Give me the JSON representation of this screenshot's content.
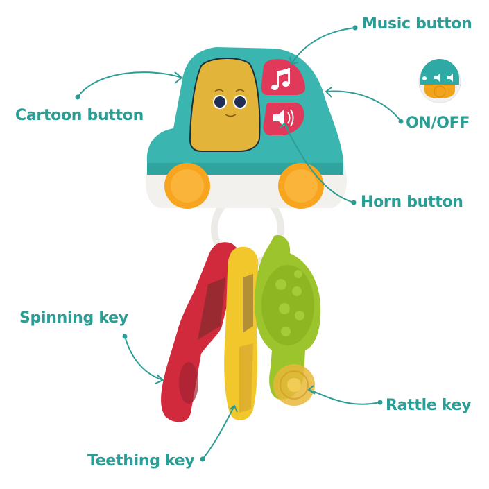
{
  "colors": {
    "label": "#2a9d94",
    "car_body": "#3bb5b0",
    "car_body_dark": "#2a9a96",
    "face_panel": "#e2b53a",
    "button_red": "#e0395a",
    "wheel": "#f7a51e",
    "base_white": "#f3f1ee",
    "key_red": "#d12a3c",
    "key_yellow": "#f2c72c",
    "key_green": "#9cc42c",
    "rattle": "#e8b93a"
  },
  "labels": {
    "music_button": "Music button",
    "cartoon_button": "Cartoon button",
    "on_off": "ON/OFF",
    "horn_button": "Horn button",
    "spinning_key": "Spinning key",
    "rattle_key": "Rattle key",
    "teething_key": "Teething key"
  },
  "icons": {
    "music": "music-note-icon",
    "horn": "horn-speaker-icon",
    "switch": "volume-switch-icon"
  }
}
